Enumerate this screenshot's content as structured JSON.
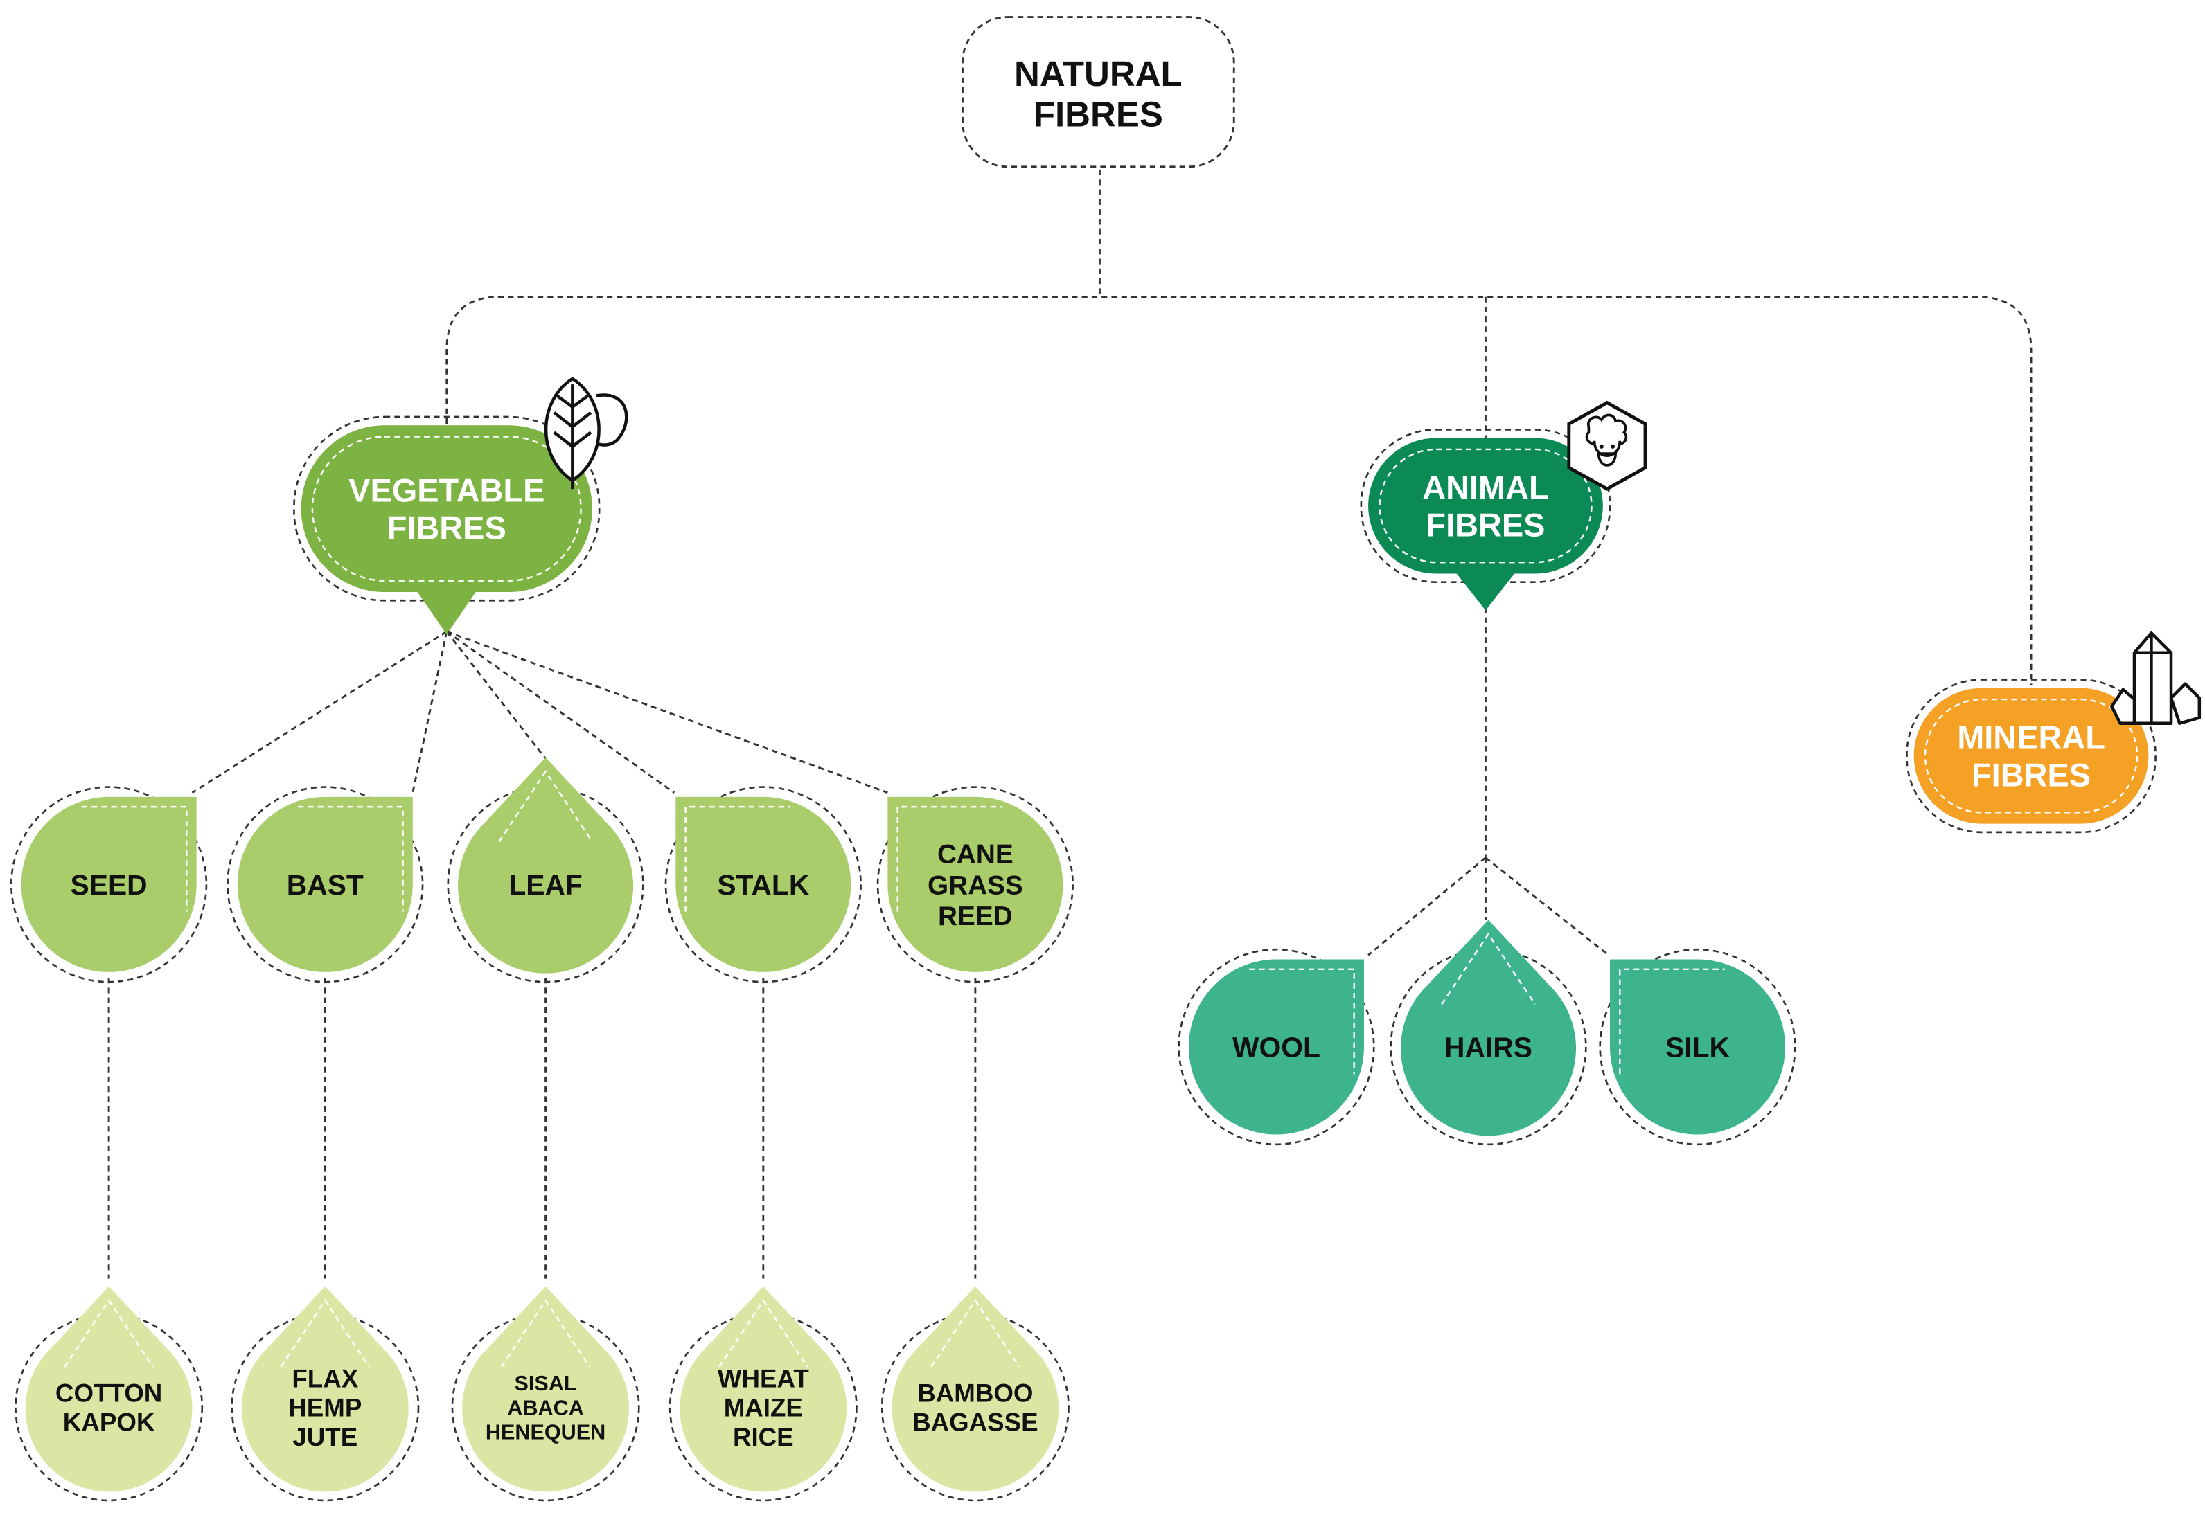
{
  "root": {
    "label_lines": [
      "NATURAL",
      "FIBRES"
    ]
  },
  "categories": {
    "vegetable": {
      "label_lines": [
        "VEGETABLE",
        "FIBRES"
      ],
      "icon": "leaf-icon",
      "color": "#7cb342"
    },
    "animal": {
      "label_lines": [
        "ANIMAL",
        "FIBRES"
      ],
      "icon": "sheep-icon",
      "color": "#0b8a55"
    },
    "mineral": {
      "label_lines": [
        "MINERAL",
        "FIBRES"
      ],
      "icon": "crystal-icon",
      "color": "#f4a126"
    }
  },
  "vegetable_types": [
    {
      "label_lines": [
        "SEED"
      ],
      "examples": [
        "COTTON",
        "KAPOK"
      ]
    },
    {
      "label_lines": [
        "BAST"
      ],
      "examples": [
        "FLAX",
        "HEMP",
        "JUTE"
      ]
    },
    {
      "label_lines": [
        "LEAF"
      ],
      "examples": [
        "SISAL",
        "ABACA",
        "HENEQUEN"
      ]
    },
    {
      "label_lines": [
        "STALK"
      ],
      "examples": [
        "WHEAT",
        "MAIZE",
        "RICE"
      ]
    },
    {
      "label_lines": [
        "CANE",
        "GRASS",
        "REED"
      ],
      "examples": [
        "BAMBOO",
        "BAGASSE"
      ]
    }
  ],
  "animal_types": [
    {
      "label_lines": [
        "WOOL"
      ]
    },
    {
      "label_lines": [
        "HAIRS"
      ]
    },
    {
      "label_lines": [
        "SILK"
      ]
    }
  ],
  "colors": {
    "vegetable_type": "#a9cd6a",
    "vegetable_example": "#dbe6a4",
    "animal_type": "#3db48e",
    "connector": "#333333",
    "text_dark": "#111111",
    "text_light": "#ffffff"
  }
}
